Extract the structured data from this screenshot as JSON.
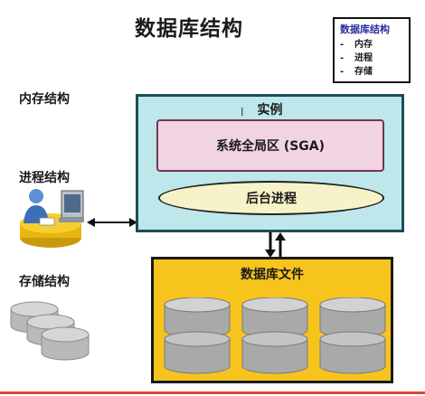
{
  "title": "数据库结构",
  "legend": {
    "title": "数据库结构",
    "items": [
      {
        "dash": "-",
        "label": "内存"
      },
      {
        "dash": "-",
        "label": "进程"
      },
      {
        "dash": "-",
        "label": "存储"
      }
    ]
  },
  "side_labels": {
    "memory": "内存结构",
    "process": "进程结构",
    "storage": "存储结构"
  },
  "instance": {
    "label": "实例",
    "sga_label": "系统全局区 (SGA)",
    "background_label": "后台进程"
  },
  "database_files": {
    "label": "数据库文件"
  },
  "colors": {
    "instance_fill": "#bde7ea",
    "sga_fill": "#f2d3e2",
    "background_process_fill": "#f7f3c8",
    "database_files_fill": "#f7c41e",
    "legend_title": "#2a2fa0",
    "bottom_rule": "#d9483b"
  },
  "icons": {
    "user": "user-workstation-icon",
    "storage": "disk-stack-icon",
    "db": "database-cylinder-icon"
  }
}
